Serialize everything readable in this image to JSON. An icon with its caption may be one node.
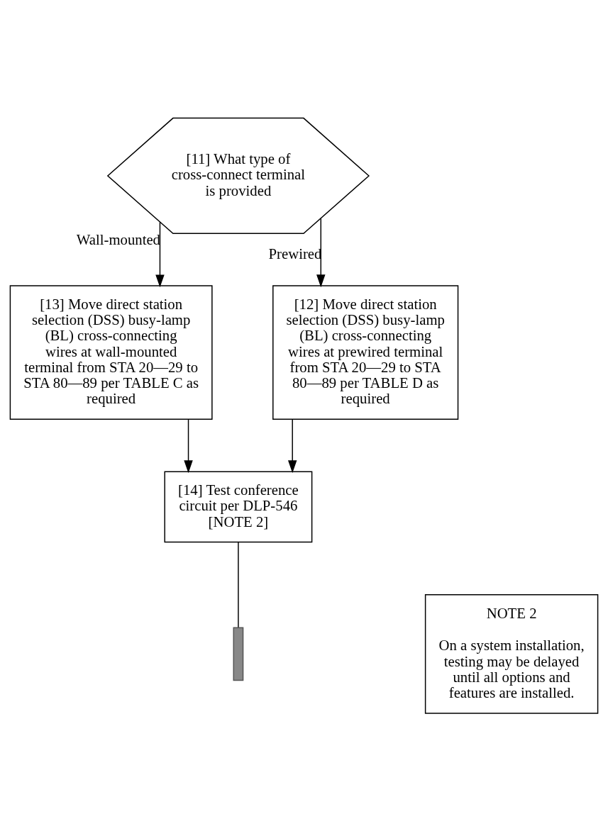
{
  "diagram": {
    "nodes": [
      {
        "text": [
          "[11] What type of cross-connect terminal is provided"
        ]
      },
      {
        "text": [
          "[13] Move direct station selection (DSS) busy-lamp (BL) cross-connecting wires at wall-mounted terminal from STA 20—29 to STA 80—89 per TABLE C as required"
        ]
      },
      {
        "text": [
          "[12] Move direct station selection (DSS) busy-lamp (BL) cross-connecting wires at prewired terminal from STA 20—29 to STA 80—89 per TABLE D as required"
        ]
      },
      {
        "text": [
          "[14] Test conference circuit per DLP-546 [NOTE 2]"
        ]
      },
      {
        "text": [],
        "shape": "bar"
      },
      {
        "text": [
          "NOTE 2",
          "On a system installation, testing may be delayed until all options and features are installed."
        ]
      }
    ],
    "edges": [
      {
        "from": 0,
        "to": 1,
        "arrow": "to",
        "label": "Wall-mounted"
      },
      {
        "from": 0,
        "to": 2,
        "arrow": "to",
        "label": "Prewired"
      },
      {
        "from": 1,
        "to": 3,
        "arrow": "to"
      },
      {
        "from": 2,
        "to": 3,
        "arrow": "to"
      },
      {
        "from": 3,
        "to": 4,
        "arrow": "none"
      }
    ]
  }
}
